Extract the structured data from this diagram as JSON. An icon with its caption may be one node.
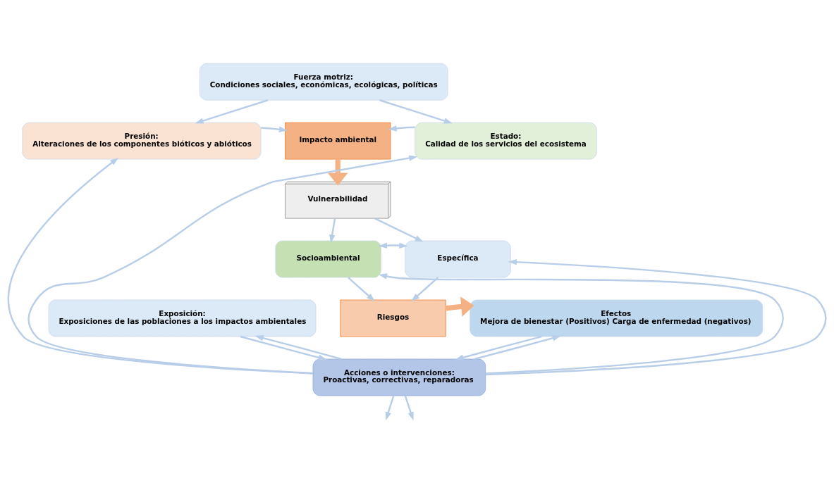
{
  "diagram": {
    "nodes": [
      {
        "text": [
          "Fuerza motriz:",
          "Condiciones sociales, económicas, ecológicas, políticas"
        ]
      },
      {
        "text": [
          "Presión:",
          "Alteraciones de los componentes bióticos y abióticos"
        ]
      },
      {
        "text": [
          "Impacto ambiental"
        ]
      },
      {
        "text": [
          "Estado:",
          "Calidad de los servicios del ecosistema"
        ]
      },
      {
        "text": [
          "Vulnerabilidad"
        ]
      },
      {
        "text": [
          "Socioambiental"
        ]
      },
      {
        "text": [
          "Específica"
        ]
      },
      {
        "text": [
          "Exposición:",
          "Exposiciones de las poblaciones a los impactos ambientales"
        ]
      },
      {
        "text": [
          "Riesgos"
        ]
      },
      {
        "text": [
          "Efectos",
          "Mejora de bienestar (Positivos) Carga de enfermedad (negativos)"
        ]
      },
      {
        "text": [
          "Acciones o intervenciones:",
          "Proactivas, correctivas, reparadoras"
        ]
      }
    ],
    "edges": [
      {
        "from": 0,
        "to": 1,
        "arrow": "to"
      },
      {
        "from": 0,
        "to": 3,
        "arrow": "to"
      },
      {
        "from": 1,
        "to": 2,
        "arrow": "to"
      },
      {
        "from": 3,
        "to": 2,
        "arrow": "to"
      },
      {
        "from": 2,
        "to": 4,
        "arrow": "to",
        "style": "thick",
        "color": "#f4b183"
      },
      {
        "from": 4,
        "to": 5,
        "arrow": "to"
      },
      {
        "from": 4,
        "to": 6,
        "arrow": "to"
      },
      {
        "from": 5,
        "to": 6,
        "arrow": "both"
      },
      {
        "from": 5,
        "to": 8,
        "arrow": "to"
      },
      {
        "from": 6,
        "to": 8,
        "arrow": "to"
      },
      {
        "from": 8,
        "to": 9,
        "arrow": "to",
        "style": "thick",
        "color": "#f4b183"
      },
      {
        "from": 7,
        "to": 10,
        "arrow": "to"
      },
      {
        "from": 9,
        "to": 10,
        "arrow": "to"
      },
      {
        "from": 10,
        "to": 1,
        "arrow": "to"
      },
      {
        "from": 10,
        "to": 5,
        "arrow": "to"
      },
      {
        "from": 10,
        "to": 7,
        "arrow": "to"
      },
      {
        "from": 10,
        "to": null,
        "arrow": "to"
      },
      {
        "from": 10,
        "to": 3,
        "arrow": "to"
      },
      {
        "from": 10,
        "to": 6,
        "arrow": "to"
      },
      {
        "from": 10,
        "to": 9,
        "arrow": "to"
      },
      {
        "from": 10,
        "to": null,
        "arrow": "to"
      }
    ]
  }
}
